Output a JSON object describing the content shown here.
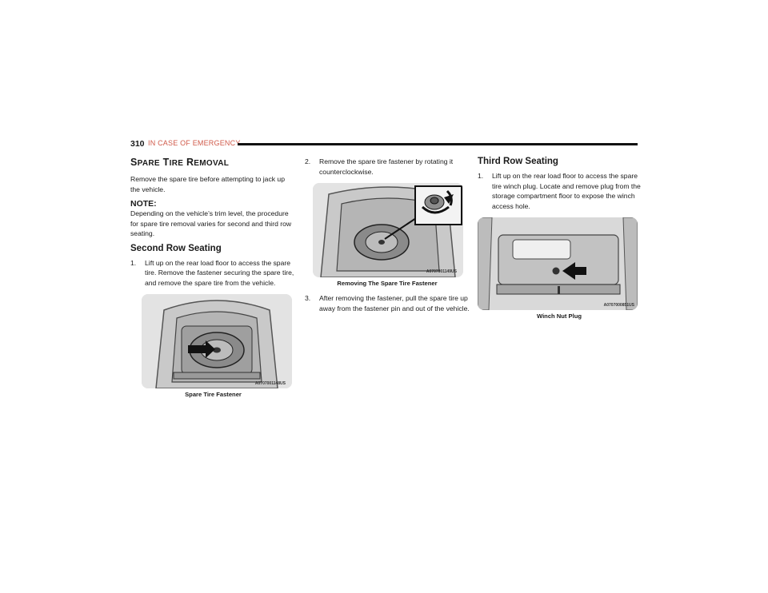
{
  "header": {
    "page_number": "310",
    "section_name": "IN CASE OF EMERGENCY"
  },
  "col1": {
    "title_first": "S",
    "title_first_sc": "PARE",
    "title_second": "T",
    "title_second_sc": "IRE",
    "title_third": "R",
    "title_third_sc": "EMOVAL",
    "intro": "Remove the spare tire before attempting to jack up the vehicle.",
    "note_label": "NOTE:",
    "note_text": "Depending on the vehicle’s trim level, the procedure for spare tire removal varies for second and third row seating.",
    "subsection_title": "Second Row Seating",
    "step1_num": "1.",
    "step1_text": "Lift up on the rear load floor to access the spare tire. Remove the fastener securing the spare tire, and remove the spare tire from the vehicle.",
    "figure_code": "A0707001148US",
    "figure_caption": "Spare Tire Fastener"
  },
  "col2": {
    "step2_num": "2.",
    "step2_text": "Remove the spare tire fastener by rotating it counterclockwise.",
    "figure_code": "A0707001149US",
    "figure_caption": "Removing The Spare Tire Fastener",
    "step3_num": "3.",
    "step3_text": "After removing the fastener, pull the spare tire up away from the fastener pin and out of the vehicle."
  },
  "col3": {
    "subsection_title": "Third Row Seating",
    "step1_num": "1.",
    "step1_text": "Lift up on the rear load floor to access the spare tire winch plug. Locate and remove plug from the storage compartment floor to expose the winch access hole.",
    "figure_code": "A0707000851US",
    "figure_caption": "Winch Nut Plug"
  }
}
